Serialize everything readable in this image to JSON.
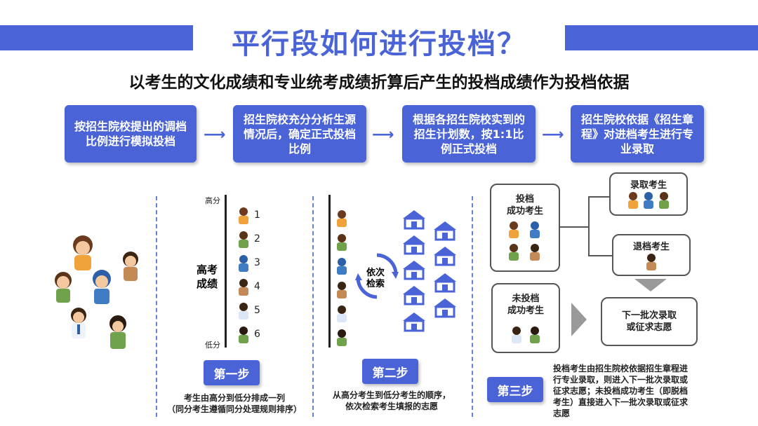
{
  "header": {
    "title": "平行段如何进行投档？"
  },
  "subtitle": "以考生的文化成绩和专业统考成绩折算后产生的投档成绩作为投档依据",
  "steps": [
    {
      "text": "按招生院校提出的调档比例进行模拟投档"
    },
    {
      "text": "招生院校充分分析生源情况后，确定正式投档比例"
    },
    {
      "text": "根据各招生院校实到的招生计划数，按1:1比例正式投档"
    },
    {
      "text": "招生院校依据《招生章程》对进档考生进行专业录取"
    }
  ],
  "step1": {
    "high_label": "高分",
    "low_label": "低分",
    "axis_label_1": "高考",
    "axis_label_2": "成绩",
    "ranks": [
      "1",
      "2",
      "3",
      "4",
      "5",
      "6"
    ],
    "badge": "第一步",
    "desc_line1": "考生由高分到低分排成一列",
    "desc_line2": "（同分考生遵循同分处理规则排序）"
  },
  "step2": {
    "cycle_label_1": "依次",
    "cycle_label_2": "检索",
    "badge": "第二步",
    "desc_line1": "从高分考生到低分考生的顺序，",
    "desc_line2": "依次检索考生填报的志愿"
  },
  "step3": {
    "success_line1": "投档",
    "success_line2": "成功考生",
    "admitted": "录取考生",
    "rejected": "退档考生",
    "fail_line1": "未投档",
    "fail_line2": "成功考生",
    "next_line1": "下一批次录取",
    "next_line2": "或征求志愿",
    "badge": "第三步",
    "desc_line1": "投档考生由招生院校依据招生章程进",
    "desc_line2": "行专业录取，则进入下一批次录取或",
    "desc_line3": "征求志愿；未投档成功考生（即脱档",
    "desc_line4": "考生）直接进入下一批次录取或征求",
    "desc_line5": "志愿"
  },
  "colors": {
    "accent": "#4a63d6"
  }
}
